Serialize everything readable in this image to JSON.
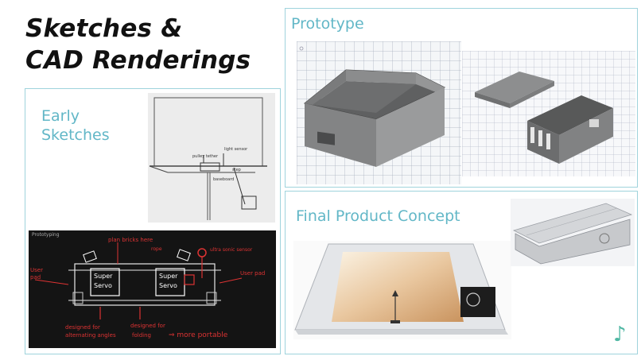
{
  "title": {
    "line1": "Sketches &",
    "line2": "CAD Renderings"
  },
  "panels": {
    "early": {
      "title_line1": "Early",
      "title_line2": "Sketches"
    },
    "prototype": {
      "title": "Prototype"
    },
    "final": {
      "title": "Final Product Concept"
    }
  },
  "sketch_paper": {
    "label_pulley": "pulley tether",
    "label_sensor": "light sensor",
    "label_step": "step",
    "label_base": "baseboard"
  },
  "board": {
    "header": "Prototyping",
    "note_plan": "plan bricks here",
    "note_rope": "rope",
    "note_ultra": "ultra sonic sensor",
    "servo1_top": "Super",
    "servo1_bottom": "Servo",
    "servo2_top": "Super",
    "servo2_bottom": "Servo",
    "left_label_top": "User",
    "left_label_bottom": "pad",
    "right_label": "User pad",
    "note_left1": "designed for",
    "note_left2": "alternating angles",
    "note_mid1": "designed for",
    "note_mid2": "folding",
    "note_arrow": "⇒ more portable"
  },
  "icons": {
    "music_note": "♪"
  },
  "colors": {
    "accent": "#62b7c7",
    "border": "#9fd3dc",
    "ink_red": "#d33333"
  }
}
